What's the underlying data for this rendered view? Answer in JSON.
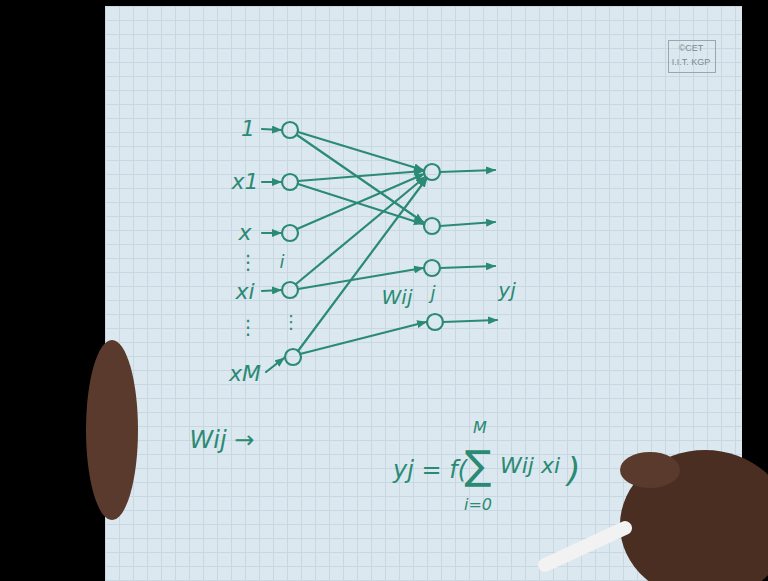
{
  "diagram": {
    "labels": [
      "©CET",
      "I.I.T. KGP",
      "1",
      "x1",
      "x",
      "⋮",
      "xi",
      "⋮",
      "xM",
      "i",
      "⋮",
      "Wij",
      "j",
      "yj",
      "Wij →",
      "yj = f(",
      "M",
      "∑",
      "i=0",
      "Wij xi",
      ")"
    ]
  }
}
